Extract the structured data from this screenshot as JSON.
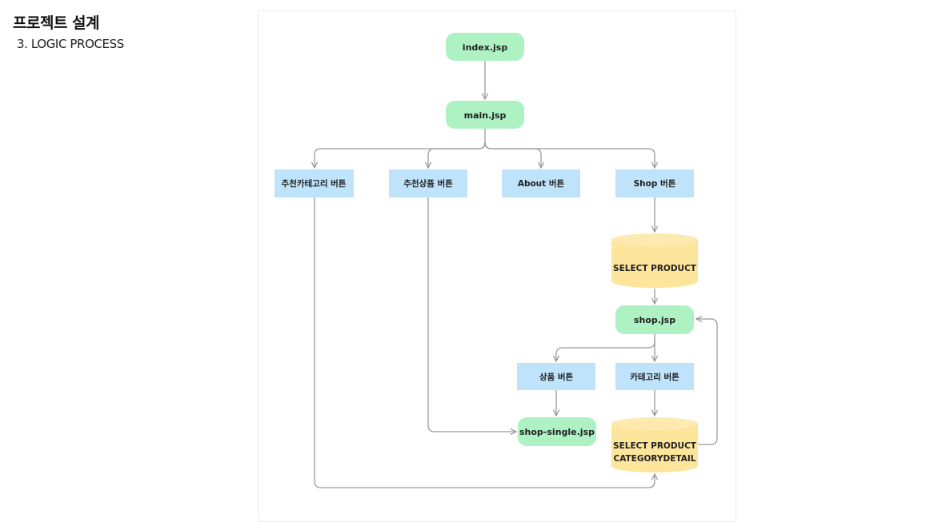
{
  "header": {
    "title": "프로젝트 설계",
    "subtitle": "3. LOGIC PROCESS"
  },
  "colors": {
    "page_node": "#aef2c4",
    "button_node": "#bfe3fb",
    "db_node": "#fde59c",
    "db_node_top": "#feeab0",
    "connector": "#9a9a9a"
  },
  "diagram": {
    "nodes": {
      "index": {
        "label": "index.jsp",
        "kind": "page"
      },
      "main": {
        "label": "main.jsp",
        "kind": "page"
      },
      "btn_category": {
        "label": "추천카테고리 버튼",
        "kind": "button"
      },
      "btn_product": {
        "label": "추천상품 버튼",
        "kind": "button"
      },
      "btn_about": {
        "label": "About 버튼",
        "kind": "button"
      },
      "btn_shop": {
        "label": "Shop 버튼",
        "kind": "button"
      },
      "db_select_product": {
        "label": "SELECT PRODUCT",
        "kind": "database"
      },
      "shop": {
        "label": "shop.jsp",
        "kind": "page"
      },
      "btn_item": {
        "label": "상품 버튼",
        "kind": "button"
      },
      "btn_shop_category": {
        "label": "카테고리 버튼",
        "kind": "button"
      },
      "shop_single": {
        "label": "shop-single.jsp",
        "kind": "page"
      },
      "db_select_category": {
        "label_line1": "SELECT PRODUCT",
        "label_line2": "CATEGORYDETAIL",
        "kind": "database"
      }
    },
    "edges": [
      {
        "from": "index",
        "to": "main"
      },
      {
        "from": "main",
        "to": "btn_category"
      },
      {
        "from": "main",
        "to": "btn_product"
      },
      {
        "from": "main",
        "to": "btn_about"
      },
      {
        "from": "main",
        "to": "btn_shop"
      },
      {
        "from": "btn_shop",
        "to": "db_select_product"
      },
      {
        "from": "db_select_product",
        "to": "shop"
      },
      {
        "from": "shop",
        "to": "btn_item"
      },
      {
        "from": "shop",
        "to": "btn_shop_category"
      },
      {
        "from": "btn_item",
        "to": "shop_single"
      },
      {
        "from": "btn_shop_category",
        "to": "db_select_category"
      },
      {
        "from": "btn_product",
        "to": "shop_single"
      },
      {
        "from": "btn_category",
        "to": "db_select_category"
      },
      {
        "from": "db_select_category",
        "to": "shop"
      }
    ]
  }
}
